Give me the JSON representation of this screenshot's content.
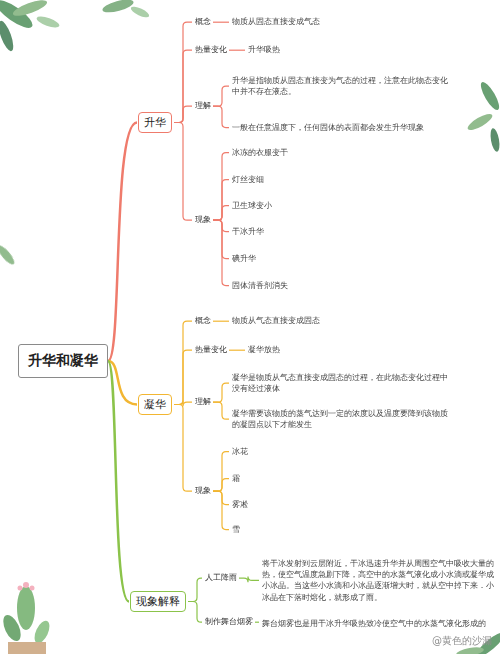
{
  "diagram": {
    "nodes": [
      {
        "text": [
          "升华和凝华"
        ]
      },
      {
        "text": [
          "升华"
        ]
      },
      {
        "text": [
          "概念"
        ]
      },
      {
        "text": [
          "物质从固态直接变成气态"
        ]
      },
      {
        "text": [
          "热量变化"
        ]
      },
      {
        "text": [
          "升华吸热"
        ]
      },
      {
        "text": [
          "理解"
        ]
      },
      {
        "text": [
          "升华是指物质从固态直接变为气态的过程，注意在此物态变化中并不存在液态。"
        ]
      },
      {
        "text": [
          "一般在任意温度下，任何固体的表面都会发生升华现象"
        ]
      },
      {
        "text": [
          "现象"
        ]
      },
      {
        "text": [
          "冰冻的衣服变干"
        ]
      },
      {
        "text": [
          "灯丝变细"
        ]
      },
      {
        "text": [
          "卫生球变小"
        ]
      },
      {
        "text": [
          "干冰升华"
        ]
      },
      {
        "text": [
          "碘升华"
        ]
      },
      {
        "text": [
          "固体清香剂消失"
        ]
      },
      {
        "text": [
          "凝华"
        ]
      },
      {
        "text": [
          "概念"
        ]
      },
      {
        "text": [
          "物质从气态直接变成固态"
        ]
      },
      {
        "text": [
          "热量变化"
        ]
      },
      {
        "text": [
          "凝华放热"
        ]
      },
      {
        "text": [
          "理解"
        ]
      },
      {
        "text": [
          "凝华是物质从气态直接变成固态的过程，在此物态变化过程中没有经过液体"
        ]
      },
      {
        "text": [
          "凝华需要该物质的蒸气达到一定的浓度以及温度要降到该物质的凝固点以下才能发生"
        ]
      },
      {
        "text": [
          "现象"
        ]
      },
      {
        "text": [
          "冰花"
        ]
      },
      {
        "text": [
          "霜"
        ]
      },
      {
        "text": [
          "雾凇"
        ]
      },
      {
        "text": [
          "雪"
        ]
      },
      {
        "text": [
          "现象解释"
        ]
      },
      {
        "text": [
          "人工降雨"
        ]
      },
      {
        "text": [
          "将干冰发射到云层附近，干冰迅速升华并从周围空气中吸收大量的热，使空气温度急剧下降，高空中的水蒸气液化成小水滴或凝华成小冰晶。当这些小水滴和小冰晶逐渐增大时，就从空中掉下来．小冰晶在下落时熔化，就形成了雨。"
        ]
      },
      {
        "text": [
          "制作舞台烟雾"
        ]
      },
      {
        "text": [
          "舞台烟雾也是用干冰升华吸热致冷使空气中的水蒸气液化形成的"
        ]
      }
    ],
    "edges": [
      {
        "from": 0,
        "to": 1,
        "arrow": "none"
      },
      {
        "from": 1,
        "to": 2,
        "arrow": "none"
      },
      {
        "from": 2,
        "to": 3,
        "arrow": "none"
      },
      {
        "from": 1,
        "to": 4,
        "arrow": "none"
      },
      {
        "from": 4,
        "to": 5,
        "arrow": "none"
      },
      {
        "from": 1,
        "to": 6,
        "arrow": "none"
      },
      {
        "from": 6,
        "to": 7,
        "arrow": "none"
      },
      {
        "from": 6,
        "to": 8,
        "arrow": "none"
      },
      {
        "from": 1,
        "to": 9,
        "arrow": "none"
      },
      {
        "from": 9,
        "to": 10,
        "arrow": "none"
      },
      {
        "from": 9,
        "to": 11,
        "arrow": "none"
      },
      {
        "from": 9,
        "to": 12,
        "arrow": "none"
      },
      {
        "from": 9,
        "to": 13,
        "arrow": "none"
      },
      {
        "from": 9,
        "to": 14,
        "arrow": "none"
      },
      {
        "from": 9,
        "to": 15,
        "arrow": "none"
      },
      {
        "from": 0,
        "to": 16,
        "arrow": "none"
      },
      {
        "from": 16,
        "to": 17,
        "arrow": "none"
      },
      {
        "from": 17,
        "to": 18,
        "arrow": "none"
      },
      {
        "from": 16,
        "to": 19,
        "arrow": "none"
      },
      {
        "from": 19,
        "to": 20,
        "arrow": "none"
      },
      {
        "from": 16,
        "to": 21,
        "arrow": "none"
      },
      {
        "from": 21,
        "to": 22,
        "arrow": "none"
      },
      {
        "from": 21,
        "to": 23,
        "arrow": "none"
      },
      {
        "from": 16,
        "to": 24,
        "arrow": "none"
      },
      {
        "from": 24,
        "to": 25,
        "arrow": "none"
      },
      {
        "from": 24,
        "to": 26,
        "arrow": "none"
      },
      {
        "from": 24,
        "to": 27,
        "arrow": "none"
      },
      {
        "from": 24,
        "to": 28,
        "arrow": "none"
      },
      {
        "from": 0,
        "to": 29,
        "arrow": "none"
      },
      {
        "from": 29,
        "to": 30,
        "arrow": "none"
      },
      {
        "from": 30,
        "to": 31,
        "arrow": "none"
      },
      {
        "from": 29,
        "to": 32,
        "arrow": "none"
      },
      {
        "from": 32,
        "to": 33,
        "arrow": "none"
      }
    ],
    "labels": [
      "@黄色的沙漏"
    ]
  }
}
